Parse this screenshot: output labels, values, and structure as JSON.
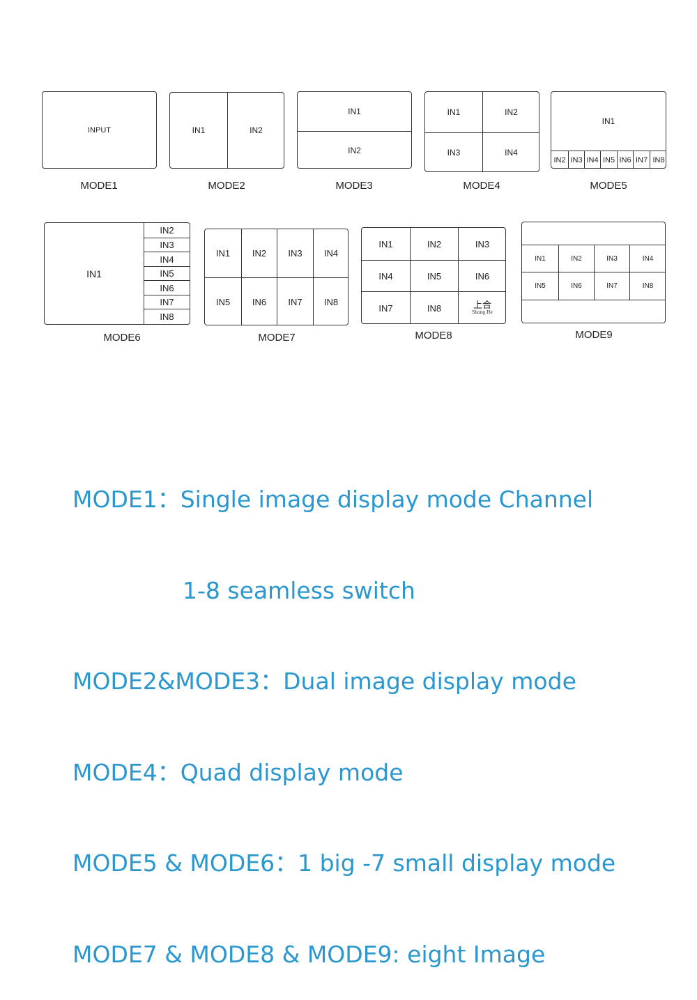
{
  "modes": {
    "mode1": {
      "caption": "MODE1",
      "cells": [
        "INPUT"
      ]
    },
    "mode2": {
      "caption": "MODE2",
      "cells": [
        "IN1",
        "IN2"
      ]
    },
    "mode3": {
      "caption": "MODE3",
      "cells": [
        "IN1",
        "IN2"
      ]
    },
    "mode4": {
      "caption": "MODE4",
      "cells": [
        "IN1",
        "IN2",
        "IN3",
        "IN4"
      ]
    },
    "mode5": {
      "caption": "MODE5",
      "cells": [
        "IN1",
        "IN2",
        "IN3",
        "IN4",
        "IN5",
        "IN6",
        "IN7",
        "IN8"
      ]
    },
    "mode6": {
      "caption": "MODE6",
      "cells": [
        "IN1",
        "IN2",
        "IN3",
        "IN4",
        "IN5",
        "IN6",
        "IN7",
        "IN8"
      ]
    },
    "mode7": {
      "caption": "MODE7",
      "cells": [
        "IN1",
        "IN2",
        "IN3",
        "IN4",
        "IN5",
        "IN6",
        "IN7",
        "IN8"
      ]
    },
    "mode8": {
      "caption": "MODE8",
      "cells": [
        "IN1",
        "IN2",
        "IN3",
        "IN4",
        "IN5",
        "IN6",
        "IN7",
        "IN8"
      ],
      "logo_cn": "上合",
      "logo_en": "Shang He"
    },
    "mode9": {
      "caption": "MODE9",
      "cells": [
        "IN1",
        "IN2",
        "IN3",
        "IN4",
        "IN5",
        "IN6",
        "IN7",
        "IN8"
      ]
    }
  },
  "description": {
    "line1": "MODE1：Single image display mode Channel",
    "line2": "1-8 seamless switch",
    "line3": "MODE2&MODE3：Dual image display mode",
    "line4": "MODE4：Quad display mode",
    "line5": "MODE5 & MODE6：1 big -7 small display mode",
    "line6": "MODE7 & MODE8 & MODE9: eight Image"
  },
  "colors": {
    "text_blue": "#2a97cf",
    "outline": "#333333"
  }
}
